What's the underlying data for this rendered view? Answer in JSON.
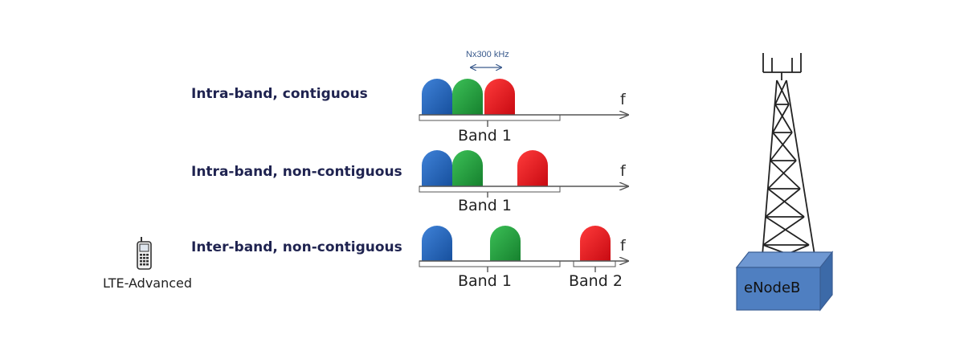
{
  "rows": [
    {
      "label": "Intra-band, contiguous",
      "bands": [
        "Band 1"
      ]
    },
    {
      "label": "Intra-band, non-contiguous",
      "bands": [
        "Band 1"
      ]
    },
    {
      "label": "Inter-band, non-contiguous",
      "bands": [
        "Band 1",
        "Band 2"
      ]
    }
  ],
  "axis_label": "f",
  "spacing_label": "Nx300 kHz",
  "device": {
    "label": "LTE-Advanced",
    "icon": "mobile-phone-icon"
  },
  "base_station": {
    "label": "eNodeB",
    "icon": "cell-tower-icon"
  },
  "colors": {
    "carrier_blue": "#1f5fb8",
    "carrier_green": "#1f9a3a",
    "carrier_red": "#e3141b",
    "row_label": "#1f2350",
    "enodeb_box": "#4f7fc1"
  }
}
